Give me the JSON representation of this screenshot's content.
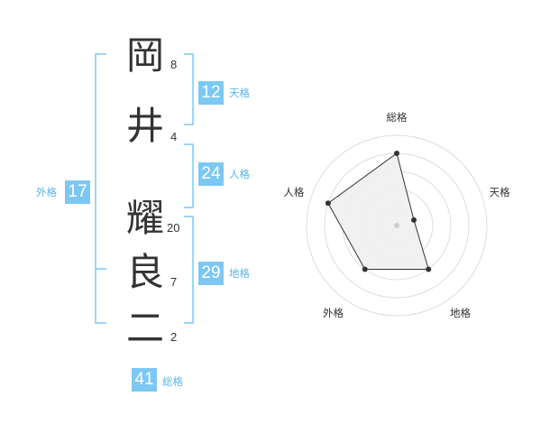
{
  "name_chars": [
    {
      "char": "岡",
      "strokes": "8"
    },
    {
      "char": "井",
      "strokes": "4"
    },
    {
      "char": "耀",
      "strokes": "20"
    },
    {
      "char": "良",
      "strokes": "7"
    },
    {
      "char": "二",
      "strokes": "2"
    }
  ],
  "kaku": {
    "tenkaku": {
      "value": "12",
      "label": "天格"
    },
    "jinkaku": {
      "value": "24",
      "label": "人格"
    },
    "chikaku": {
      "value": "29",
      "label": "地格"
    },
    "gaikaku": {
      "value": "17",
      "label": "外格"
    },
    "soukaku": {
      "value": "41",
      "label": "総格"
    }
  },
  "colors": {
    "accent": "#7cc8f4",
    "accent_text": "#59b5ea",
    "bracket": "#7cc8f4",
    "radar_fill": "#f0f0f0",
    "radar_line": "#333333"
  },
  "chart_data": {
    "type": "radar",
    "axes": [
      "総格",
      "天格",
      "地格",
      "外格",
      "人格"
    ],
    "values": [
      4,
      1,
      3,
      3,
      4
    ],
    "max": 5,
    "rings": 5
  }
}
